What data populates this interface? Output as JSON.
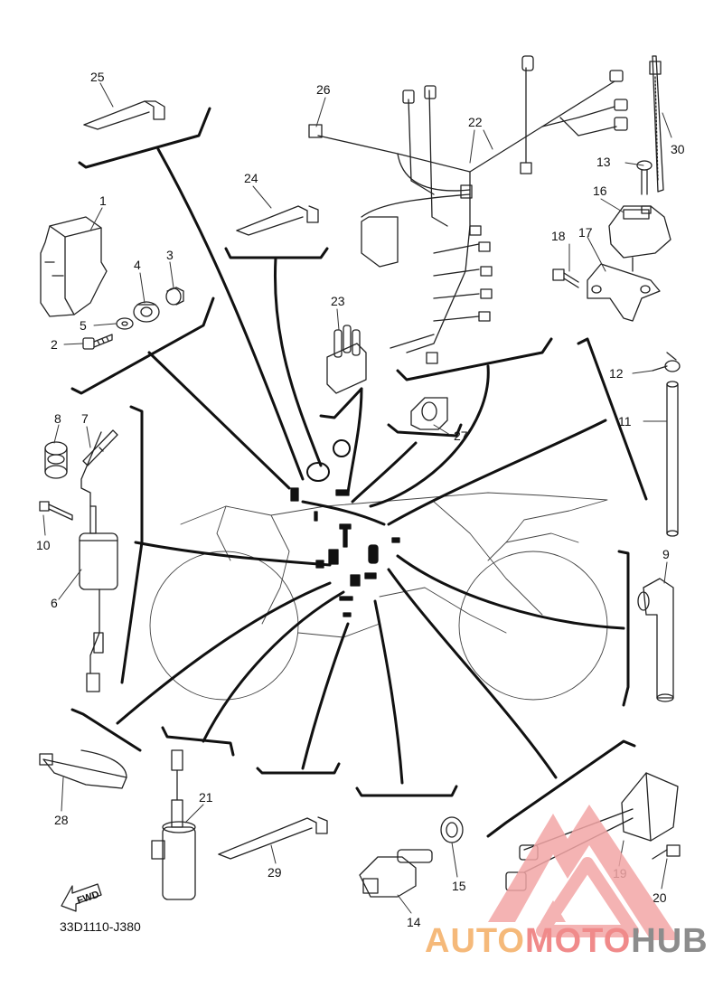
{
  "diagram": {
    "part_code": "33D1110-J380",
    "fwd_label": "FWD",
    "callouts": {
      "p1": "1",
      "p2": "2",
      "p3": "3",
      "p4": "4",
      "p5": "5",
      "p6": "6",
      "p7": "7",
      "p8": "8",
      "p9": "9",
      "p10": "10",
      "p11": "11",
      "p12": "12",
      "p13": "13",
      "p14": "14",
      "p15": "15",
      "p16": "16",
      "p17": "17",
      "p18": "18",
      "p19": "19",
      "p20": "20",
      "p21": "21",
      "p22": "22",
      "p23": "23",
      "p24": "24",
      "p25": "25",
      "p26": "26",
      "p27": "27",
      "p28": "28",
      "p29": "29",
      "p30": "30"
    }
  },
  "watermark": {
    "part_a": "AUTO",
    "part_b": "MOTO",
    "part_c": "HUB",
    "color_a": "#f5b97a",
    "color_b": "#f08a8a",
    "color_c": "#8c8c8c"
  }
}
